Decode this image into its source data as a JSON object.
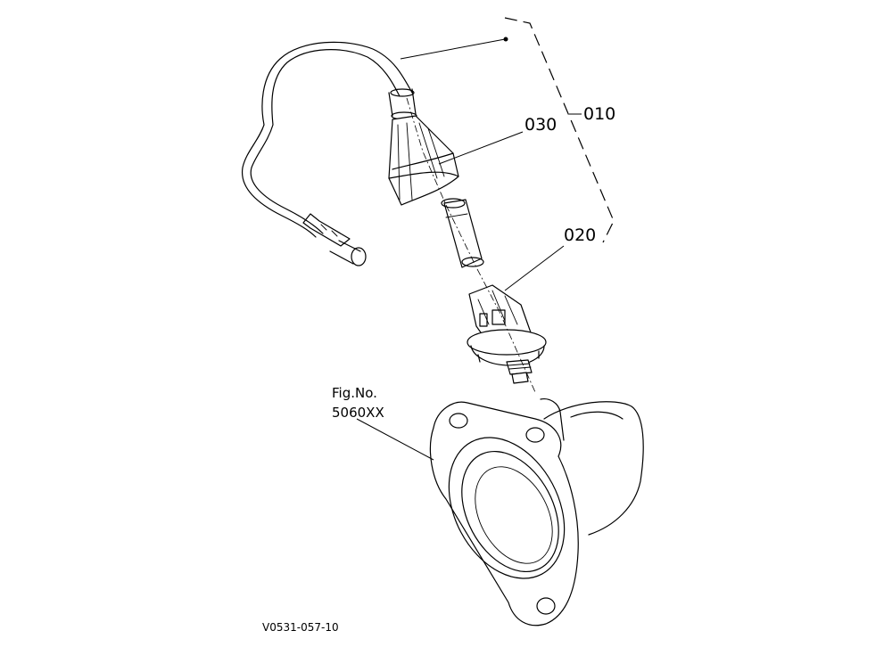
{
  "callouts": {
    "part_010": "010",
    "part_020": "020",
    "part_030": "030"
  },
  "figure_reference": {
    "line1": "Fig.No.",
    "line2": "5060XX"
  },
  "drawing_code": "V0531-057-10"
}
